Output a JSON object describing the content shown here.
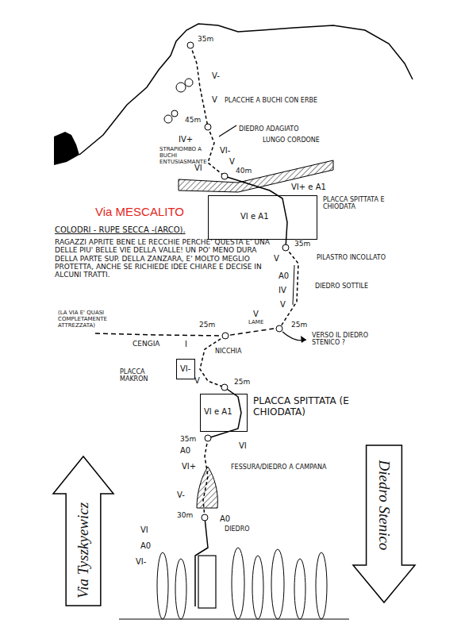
{
  "diagram": {
    "title": "Via MESCALITO",
    "nodes": [
      {
        "text": [
          "PLACCA SPITTATA E CHIODATA",
          "VI e A1"
        ]
      },
      {
        "text": [
          "VI-"
        ]
      },
      {
        "text": [
          "PLACCA SPITTATA (E CHIODATA)",
          "VI e A1"
        ]
      },
      {
        "text": [
          "Via Tyszkyewicz"
        ]
      },
      {
        "text": [
          "Diedro Stenico"
        ]
      }
    ],
    "labels": [
      "35m",
      "V-",
      "V",
      "PLACCHE A BUCHI CON ERBE",
      "45m",
      "DIEDRO ADAGIATO",
      "IV+",
      "STRAPIOMBO A BUCHI ENTUSIASMANTE",
      "VI-",
      "LUNGO CORDONE",
      "VI",
      "V",
      "40m",
      "VI+ e A1",
      "COLODRI - RUPE SECCA -(ARCO).",
      "RAGAZZI APRITE BENE LE RECCHIE PERCHE' QUESTA E' UNA DELLE PIU' BELLE VIE DELLA VALLE! UN PO' MENO DURA DELLA PARTE SUP. DELLA ZANZARA, E' MOLTO MEGLIO PROTETTA, ANCHE SE RICHIEDE IDEE CHIARE E DECISE IN ALCUNI TRATTI.",
      "35m",
      "V",
      "PILASTRO INCOLLATO",
      "A0",
      "DIEDRO SOTTILE",
      "IV",
      "V",
      "V",
      "LAME",
      "25m",
      "VERSO IL DIEDRO STENICO ?",
      "(LA VIA E' QUASI COMPLETAMENTE ATTREZZATA)",
      "CENGIA",
      "I",
      "25m",
      "NICCHIA",
      "PLACCA MAKRON",
      "V",
      "25m",
      "35m",
      "A0",
      "VI",
      "VI+",
      "FESSURA/DIEDRO A CAMPANA",
      "V-",
      "30m",
      "A0",
      "DIEDRO",
      "VI",
      "A0",
      "VI-"
    ]
  }
}
